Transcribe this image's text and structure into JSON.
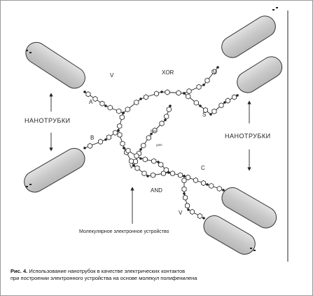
{
  "labels": {
    "nanotubes_left": "НАНОТРУБКИ",
    "nanotubes_right": "НАНОТРУБКИ",
    "a": "A",
    "b": "B",
    "c": "C",
    "s": "S",
    "v_top": "V",
    "v_left": "V",
    "xor": "XOR",
    "and": "AND",
    "vdd": "V",
    "small_1": "base",
    "small_2": "gate",
    "molecular_device": "Молекулярное электронное устройство"
  },
  "caption": {
    "figure_label": "Рис. 4.",
    "line1_text": "Использование нанотрубок в качестве электрических контактов",
    "line2": "при построении электронного устройства на основе молекул полифенилена"
  }
}
